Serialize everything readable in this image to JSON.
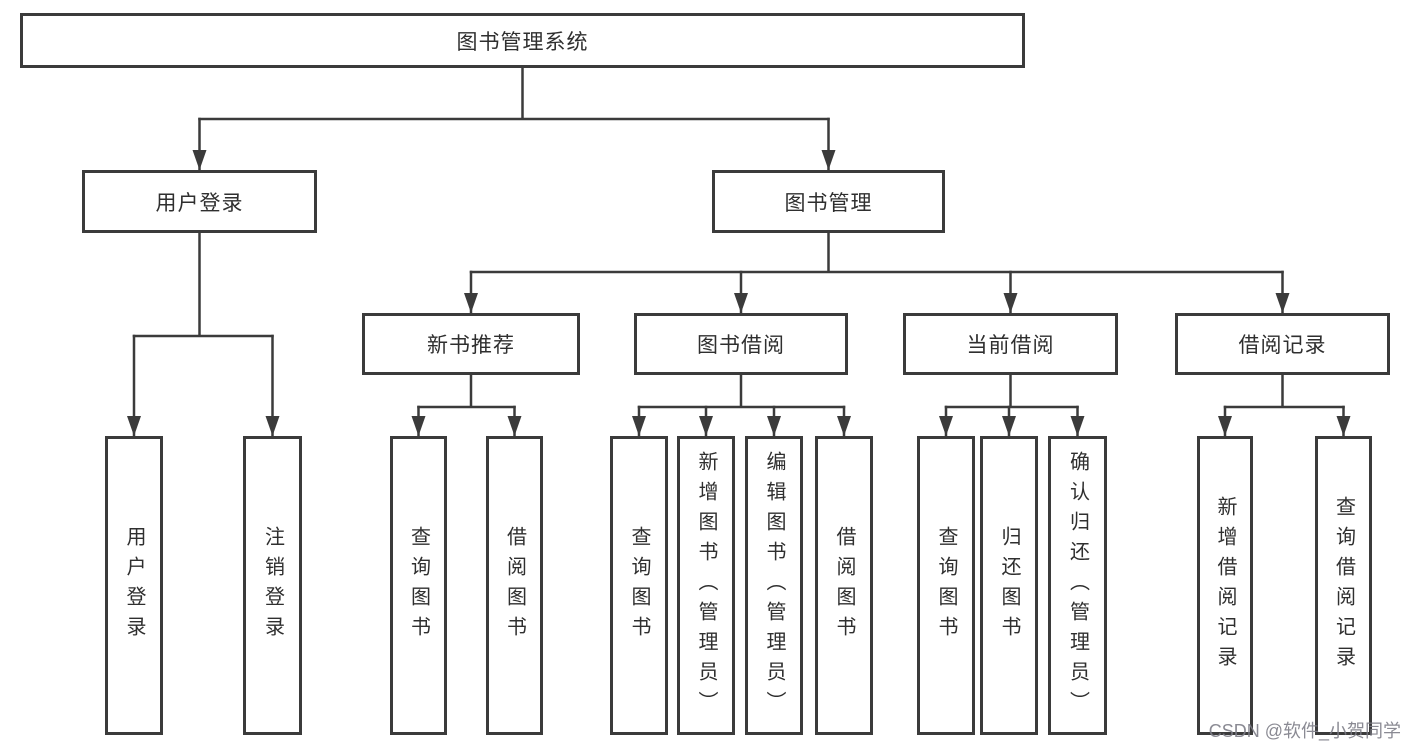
{
  "diagram": {
    "type": "hierarchy-tree",
    "root": {
      "label": "图书管理系统"
    },
    "nodes": [
      {
        "label": "用户登录",
        "children": [
          {
            "label": "用户登录"
          },
          {
            "label": "注销登录"
          }
        ]
      },
      {
        "label": "图书管理",
        "children": [
          {
            "label": "新书推荐",
            "children": [
              {
                "label": "查询图书"
              },
              {
                "label": "借阅图书"
              }
            ]
          },
          {
            "label": "图书借阅",
            "children": [
              {
                "label": "查询图书"
              },
              {
                "label": "新增图书（管理员）"
              },
              {
                "label": "编辑图书（管理员）"
              },
              {
                "label": "借阅图书"
              }
            ]
          },
          {
            "label": "当前借阅",
            "children": [
              {
                "label": "查询图书"
              },
              {
                "label": "归还图书"
              },
              {
                "label": "确认归还（管理员）"
              }
            ]
          },
          {
            "label": "借阅记录",
            "children": [
              {
                "label": "新增借阅记录"
              },
              {
                "label": "查询借阅记录"
              }
            ]
          }
        ]
      }
    ],
    "watermark": "CSDN @软件_小贺同学",
    "colors": {
      "line": "#3b3b3b",
      "box_border": "#3b3b3b",
      "box_fill": "#ffffff",
      "text": "#2f2f2f",
      "watermark": "#7d7d87",
      "background": "#ffffff"
    }
  }
}
